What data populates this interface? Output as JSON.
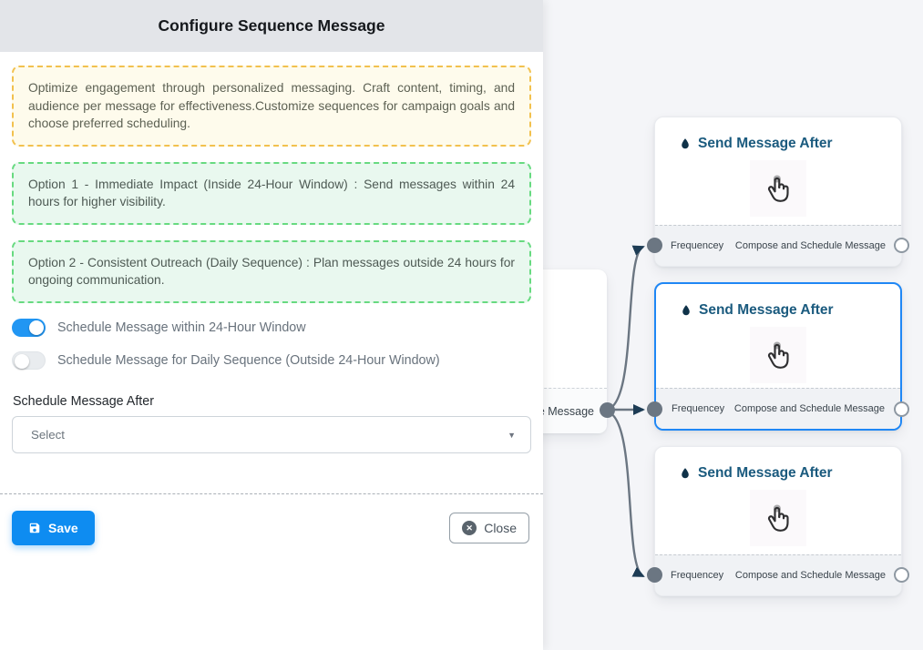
{
  "panel": {
    "title": "Configure Sequence Message",
    "intro": "Optimize engagement through personalized messaging. Craft content, timing, and audience per message for effectiveness.Customize sequences for campaign goals and choose preferred scheduling.",
    "options": [
      {
        "text": "Option 1 - Immediate Impact (Inside 24-Hour Window) : Send messages within 24 hours for higher visibility."
      },
      {
        "text": "Option 2 - Consistent Outreach (Daily Sequence) : Plan messages outside 24 hours for ongoing communication."
      }
    ],
    "toggles": [
      {
        "label": "Schedule Message within 24-Hour Window",
        "state": "on"
      },
      {
        "label": "Schedule Message for Daily Sequence (Outside 24-Hour Window)",
        "state": "off"
      }
    ],
    "schedule_after_label": "Schedule Message After",
    "select_placeholder": "Select",
    "save_label": "Save",
    "close_label": "Close"
  },
  "flow": {
    "source_node": {
      "visible_label": "ce Message"
    },
    "cards": [
      {
        "title": "Send Message After",
        "left_handle_label": "Frequencey",
        "right_handle_label": "Compose and Schedule Message",
        "selected": false
      },
      {
        "title": "Send Message After",
        "left_handle_label": "Frequencey",
        "right_handle_label": "Compose and Schedule Message",
        "selected": true
      },
      {
        "title": "Send Message After",
        "left_handle_label": "Frequencey",
        "right_handle_label": "Compose and Schedule Message",
        "selected": false
      }
    ]
  },
  "colors": {
    "panel_header_bg": "#e3e5e9",
    "warning_border": "#f2c14e",
    "warning_bg": "#fefbec",
    "success_border": "#67da80",
    "success_bg": "#e9f8ef",
    "toggle_on": "#2196f3",
    "save_button": "#0e8cf1",
    "selected_card_border": "#1f87f5",
    "card_title": "#1a5a7e",
    "edge_stroke": "#6b7682",
    "arrowhead": "#1d3c55",
    "canvas_bg": "#f4f5f8"
  }
}
